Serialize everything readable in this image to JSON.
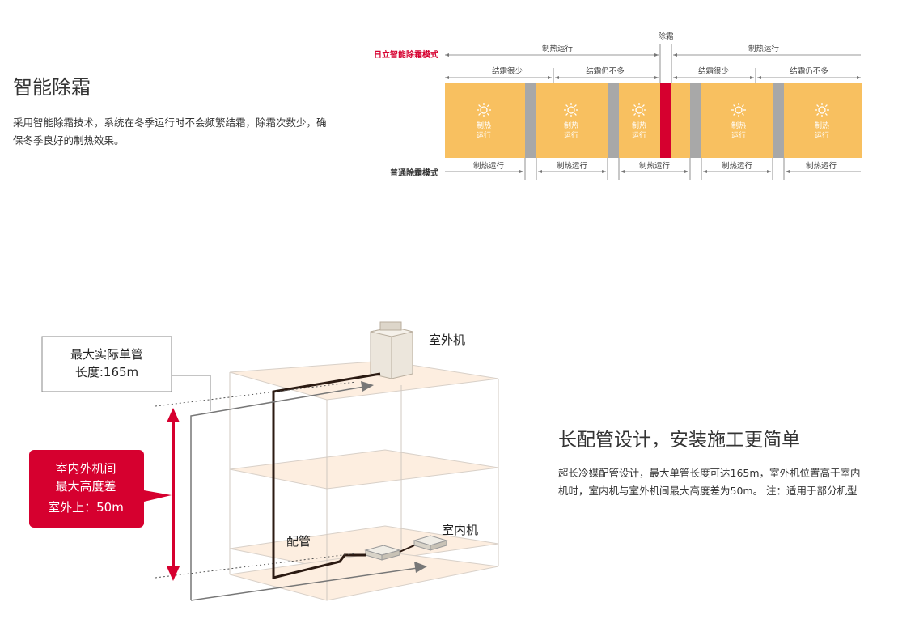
{
  "section1": {
    "title": "智能除霜",
    "description": "采用智能除霜技术，系统在冬季运行时不会频繁结霜，除霜次数少，确保冬季良好的制热效果。"
  },
  "defrost_diagram": {
    "smart_mode_label": "日立智能除霜模式",
    "normal_mode_label": "普通除霜模式",
    "defrost_label": "除霜",
    "heating_run": "制热运行",
    "frost_little": "结霜很少",
    "frost_not_much": "结霜仍不多",
    "block_text_1": "制热",
    "block_text_2": "运行",
    "colors": {
      "heating": "#f8c060",
      "defrost_gray": "#a8a8a8",
      "defrost_red": "#d6002f",
      "accent": "#d6002f"
    }
  },
  "section2": {
    "title": "长配管设计，安装施工更简单",
    "description": "超长冷媒配管设计，最大单管长度可达165m，室外机位置高于室内机时，室内机与室外机间最大高度差为50m。 注：适用于部分机型"
  },
  "piping_diagram": {
    "max_pipe_line1": "最大实际单管",
    "max_pipe_line2": "长度:165m",
    "outdoor_unit": "室外机",
    "indoor_unit": "室内机",
    "piping": "配管",
    "height_line1": "室内外机间",
    "height_line2": "最大高度差",
    "height_line3": "室外上：50m"
  }
}
